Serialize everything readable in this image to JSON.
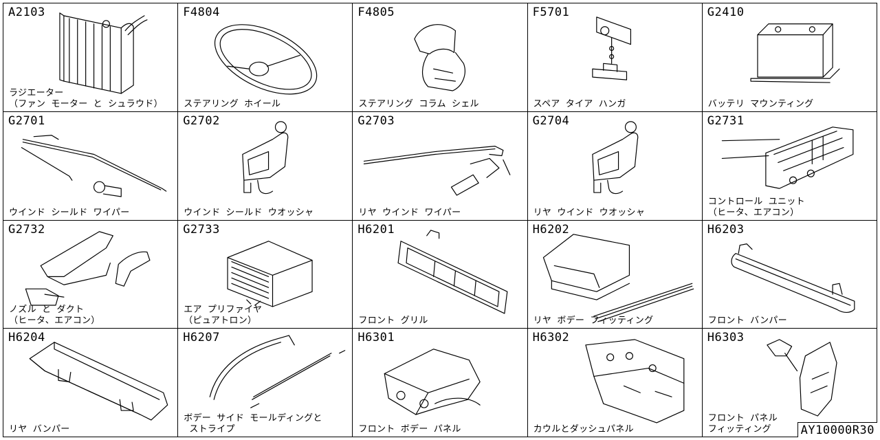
{
  "cells": [
    {
      "code": "A2103",
      "name": "ラジエーター\n（ファン モーター と シュラウド）",
      "icon": "radiator-icon"
    },
    {
      "code": "F4804",
      "name": "ステアリング ホイール",
      "icon": "steering-wheel-icon"
    },
    {
      "code": "F4805",
      "name": "ステアリング コラム シェル",
      "icon": "column-shell-icon"
    },
    {
      "code": "F5701",
      "name": "スペア タイア ハンガ",
      "icon": "tire-hanger-icon"
    },
    {
      "code": "G2410",
      "name": "バッテリ マウンティング",
      "icon": "battery-icon"
    },
    {
      "code": "G2701",
      "name": "ウインド シールド ワイパー",
      "icon": "wiper-icon"
    },
    {
      "code": "G2702",
      "name": "ウインド シールド ウオッシャ",
      "icon": "washer-tank-icon"
    },
    {
      "code": "G2703",
      "name": "リヤ ウインド ワイパー",
      "icon": "rear-wiper-icon"
    },
    {
      "code": "G2704",
      "name": "リヤ ウインド ウオッシャ",
      "icon": "rear-washer-tank-icon"
    },
    {
      "code": "G2731",
      "name": "コントロール ユニット\n（ヒータ、エアコン）",
      "icon": "control-unit-icon"
    },
    {
      "code": "G2732",
      "name": "ノズル と ダクト\n（ヒータ、エアコン）",
      "icon": "duct-icon"
    },
    {
      "code": "G2733",
      "name": "エア プリファイヤ\n（ピュアトロン）",
      "icon": "air-purifier-icon"
    },
    {
      "code": "H6201",
      "name": "フロント グリル",
      "icon": "grille-icon"
    },
    {
      "code": "H6202",
      "name": "リヤ ボデー フィッティング",
      "icon": "body-fitting-icon"
    },
    {
      "code": "H6203",
      "name": "フロント バンパー",
      "icon": "front-bumper-icon"
    },
    {
      "code": "H6204",
      "name": "リヤ バンパー",
      "icon": "rear-bumper-icon"
    },
    {
      "code": "H6207",
      "name": "ボデー サイド モールディングと\n ストライプ",
      "icon": "molding-stripe-icon"
    },
    {
      "code": "H6301",
      "name": "フロント ボデー パネル",
      "icon": "front-body-panel-icon"
    },
    {
      "code": "H6302",
      "name": "カウルとダッシュパネル",
      "icon": "cowl-dash-panel-icon"
    },
    {
      "code": "H6303",
      "name": "フロント パネル\nフィッティング",
      "icon": "panel-fitting-icon"
    }
  ],
  "doc_id": "AY10000R30"
}
